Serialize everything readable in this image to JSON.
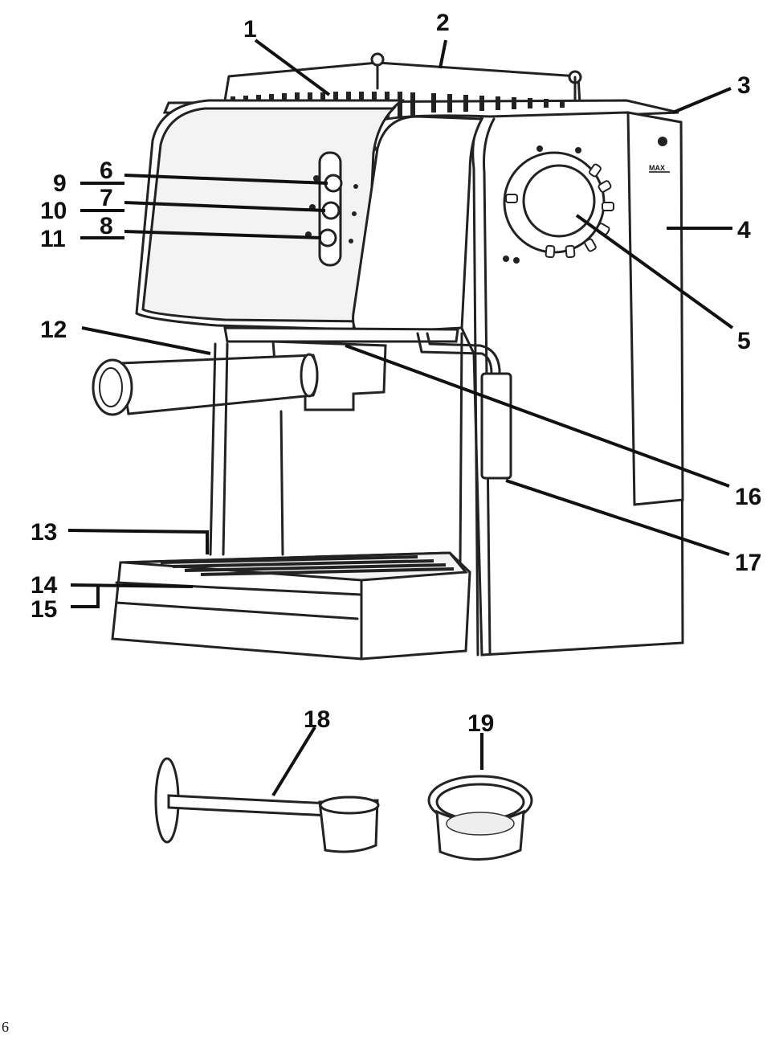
{
  "callouts": [
    "1",
    "2",
    "3",
    "4",
    "5",
    "6",
    "7",
    "8",
    "9",
    "10",
    "11",
    "12",
    "13",
    "14",
    "15",
    "16",
    "17",
    "18",
    "19"
  ],
  "reservoir_marks": {
    "max": "MAX"
  },
  "page_number": "6"
}
